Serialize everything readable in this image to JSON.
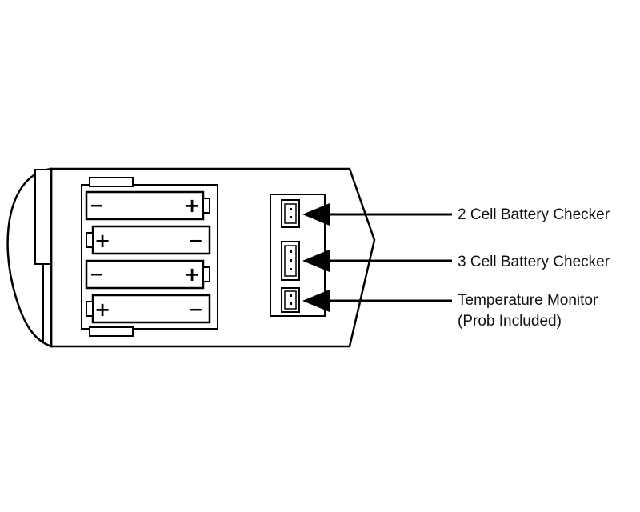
{
  "colors": {
    "line": "#000000",
    "fill": "#ffffff"
  },
  "batteries": [
    {
      "left_terminal": "−",
      "right_terminal": "+"
    },
    {
      "left_terminal": "+",
      "right_terminal": "−"
    },
    {
      "left_terminal": "−",
      "right_terminal": "+"
    },
    {
      "left_terminal": "+",
      "right_terminal": "−"
    }
  ],
  "connectors": [
    {
      "label": "2 Cell Battery Checker",
      "pins": 2
    },
    {
      "label": "3 Cell Battery Checker",
      "pins": 3
    },
    {
      "label": "Temperature Monitor",
      "sublabel": "(Prob Included)",
      "pins": 2
    }
  ]
}
